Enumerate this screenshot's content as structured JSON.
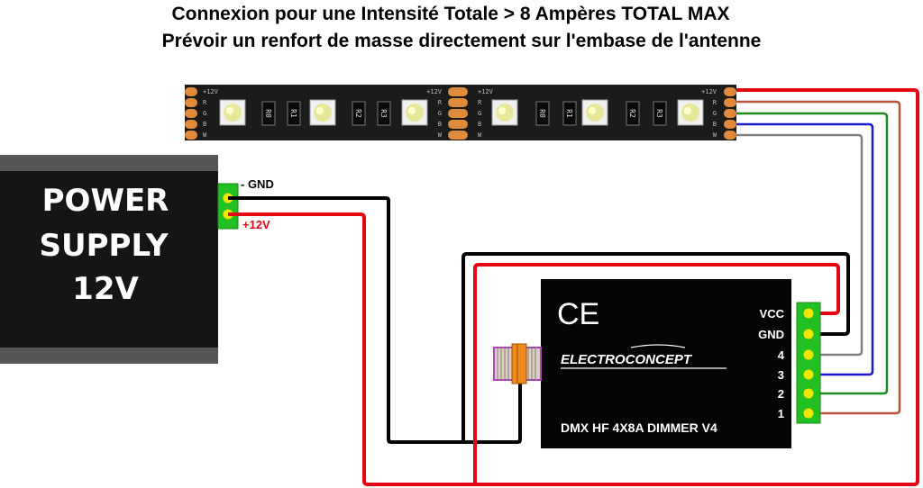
{
  "header": {
    "title_line1": "Connexion pour une Intensité Totale > 8 Ampères TOTAL MAX",
    "title_line2": "Prévoir un renfort de masse directement sur l'embase de l'antenne"
  },
  "power_supply": {
    "line1": "POWER",
    "line2": "SUPPLY",
    "line3": "12V",
    "gnd_label": "- GND",
    "plus_label": "+12V"
  },
  "led_strip": {
    "pad_top_label": "+12V",
    "pad_labels": [
      "R",
      "G",
      "B",
      "W"
    ],
    "resistor_labels": [
      "R0",
      "R1",
      "R2",
      "R3"
    ]
  },
  "dimmer": {
    "ce_mark": "CE",
    "brand": "ELECTROCONCEPT",
    "model": "DMX HF 4X8A DIMMER V4",
    "pins": [
      "VCC",
      "GND",
      "4",
      "3",
      "2",
      "1"
    ]
  },
  "colors": {
    "red_wire": "#e30613",
    "black_wire": "#000000",
    "grey_wire": "#808080",
    "blue_wire": "#1a1acc",
    "green_wire": "#1f8a1f",
    "brown_wire": "#b5553a",
    "terminal_green": "#22c022",
    "terminal_dot": "#f2e600",
    "antenna_orange": "#f08a1c",
    "antenna_purple": "#b040c0"
  }
}
